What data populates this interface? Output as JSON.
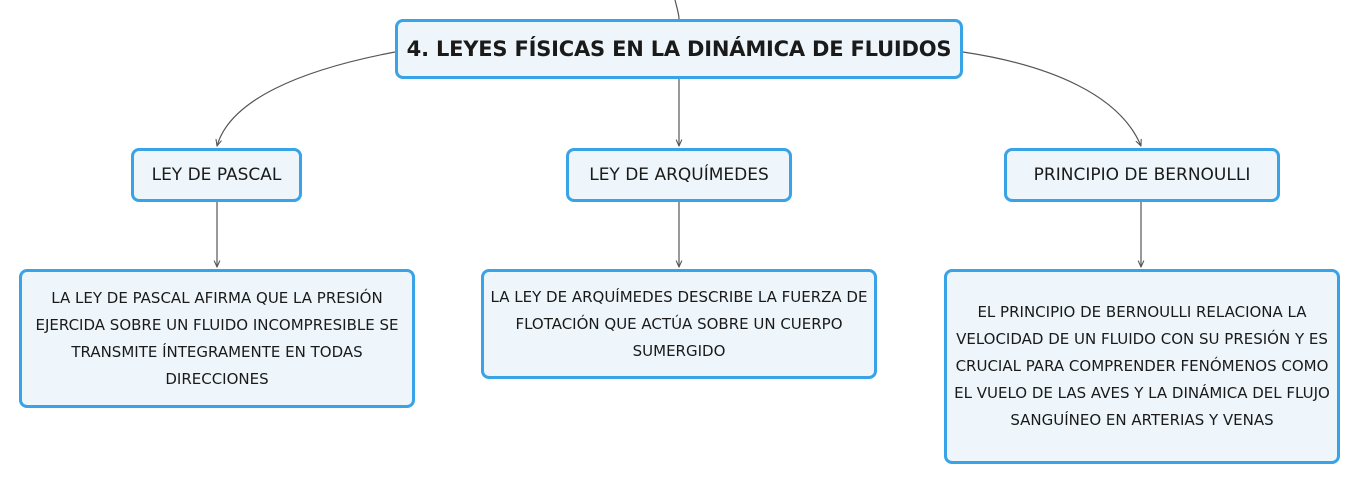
{
  "colors": {
    "node_border": "#38a3e6",
    "node_fill": "#eef6fb",
    "connector": "#555555",
    "text": "#1a1a1a"
  },
  "root": {
    "label": "4. LEYES FÍSICAS EN LA DINÁMICA DE FLUIDOS"
  },
  "branches": [
    {
      "title": "LEY DE PASCAL",
      "description": "LA LEY DE PASCAL AFIRMA QUE LA PRESIÓN EJERCIDA SOBRE UN FLUIDO INCOMPRESIBLE SE TRANSMITE ÍNTEGRAMENTE EN TODAS DIRECCIONES"
    },
    {
      "title": "LEY DE ARQUÍMEDES",
      "description": "LA LEY DE ARQUÍMEDES DESCRIBE LA FUERZA DE FLOTACIÓN QUE ACTÚA SOBRE UN CUERPO SUMERGIDO"
    },
    {
      "title": "PRINCIPIO DE BERNOULLI",
      "description": "EL PRINCIPIO DE BERNOULLI RELACIONA LA VELOCIDAD DE UN FLUIDO CON SU PRESIÓN Y ES CRUCIAL PARA COMPRENDER FENÓMENOS COMO EL VUELO DE LAS AVES Y LA DINÁMICA DEL FLUJO SANGUÍNEO EN ARTERIAS Y VENAS"
    }
  ]
}
